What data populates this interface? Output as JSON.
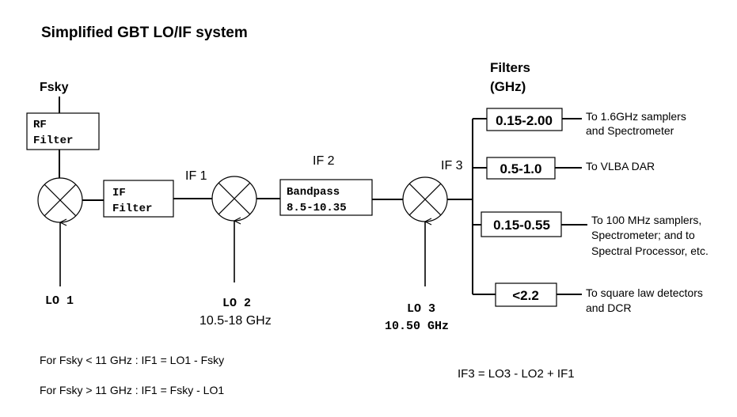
{
  "title": "Simplified GBT LO/IF system",
  "fsky_label": "Fsky",
  "rf_filter": {
    "line1": "RF",
    "line2": "Filter"
  },
  "if_filter": {
    "line1": "IF",
    "line2": "Filter"
  },
  "if1_label": "IF 1",
  "if2_label": "IF 2",
  "if3_label": "IF 3",
  "bandpass": {
    "line1": "Bandpass",
    "line2": "8.5-10.35"
  },
  "lo1": {
    "label": "LO 1"
  },
  "lo2": {
    "label": "LO 2",
    "range": "10.5-18 GHz"
  },
  "lo3": {
    "label": "LO 3",
    "freq": "10.50 GHz"
  },
  "filters_header": {
    "line1": "Filters",
    "line2": "(GHz)"
  },
  "filters": [
    {
      "range": "0.15-2.00",
      "dest_lines": [
        "To 1.6GHz samplers",
        "and Spectrometer"
      ]
    },
    {
      "range": "0.5-1.0",
      "dest_lines": [
        "To VLBA DAR"
      ]
    },
    {
      "range": "0.15-0.55",
      "dest_lines": [
        "To 100 MHz samplers,",
        "Spectrometer; and to",
        "Spectral Processor, etc."
      ]
    },
    {
      "range": "<2.2",
      "dest_lines": [
        "To square law detectors",
        "and DCR"
      ]
    }
  ],
  "notes": {
    "low": "For Fsky < 11 GHz : IF1 = LO1 - Fsky",
    "high": "For Fsky > 11 GHz : IF1 = Fsky - LO1",
    "if3": "IF3 = LO3 - LO2 + IF1"
  }
}
